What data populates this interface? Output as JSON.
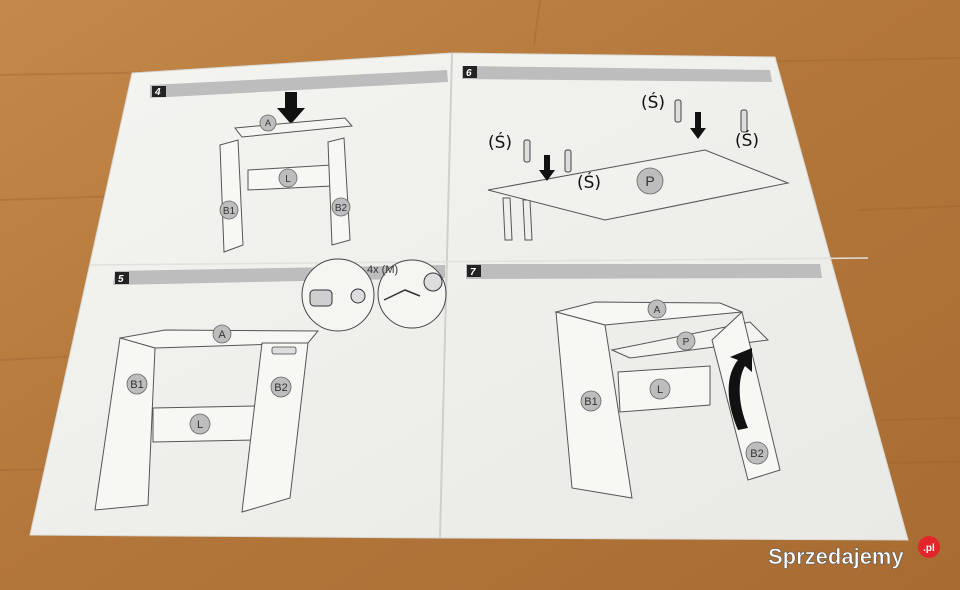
{
  "sheet": {
    "steps": [
      {
        "number": "4",
        "parts": {
          "top": "A",
          "left": "B1",
          "right": "B2",
          "rail": "L"
        }
      },
      {
        "number": "6",
        "parts": {
          "board": "P",
          "screw": "(Ś)"
        }
      },
      {
        "number": "5",
        "parts": {
          "top": "A",
          "left": "B1",
          "right": "B2",
          "rail": "L"
        },
        "callout": "4x (M)"
      },
      {
        "number": "7",
        "parts": {
          "top": "A",
          "left": "B1",
          "right": "B2",
          "rail": "L",
          "shelf": "P"
        }
      }
    ]
  },
  "watermark": {
    "brand": "Sprzedajemy",
    "tld": ".pl"
  },
  "colors": {
    "wood": "#b87a3c",
    "paper": "#f2f2ef",
    "band": "#bdbdbd",
    "brand_red": "#e2262c"
  }
}
